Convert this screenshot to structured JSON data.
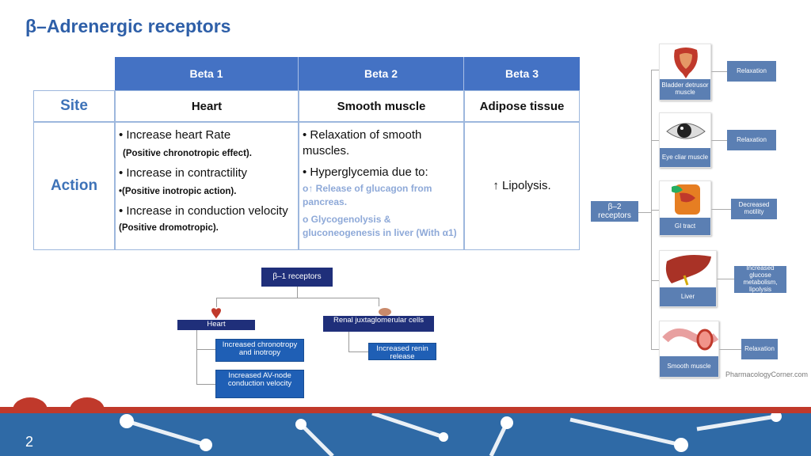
{
  "title": "β–Adrenergic receptors",
  "table": {
    "headers": [
      "Beta 1",
      "Beta 2",
      "Beta 3"
    ],
    "site_label": "Site",
    "action_label": "Action",
    "sites": [
      "Heart",
      "Smooth muscle",
      "Adipose tissue"
    ],
    "beta1_actions": {
      "a": "• Increase heart Rate",
      "a_note": "(Positive chronotropic effect).",
      "b": "• Increase in contractility",
      "b_note": "•(Positive inotropic action).",
      "c": "• Increase in conduction velocity",
      "c_note": "(Positive dromotropic)."
    },
    "beta2_actions": {
      "a": "• Relaxation of smooth muscles.",
      "b": "• Hyperglycemia due to:",
      "b1": "o↑ Release of glucagon from pancreas.",
      "b2": "o Glycogenolysis & gluconeogenesis in liver (With α1)"
    },
    "beta3_action": "↑ Lipolysis."
  },
  "beta1_diagram": {
    "root": "β–1 receptors",
    "heart": "Heart",
    "heart_a": "Increased chronotropy and inotropy",
    "heart_b": "Increased AV-node conduction velocity",
    "renal": "Renal juxtaglomerular cells",
    "renal_a": "Increased renin release"
  },
  "beta2_diagram": {
    "root": "β–2 receptors",
    "organs": [
      {
        "label": "Bladder detrusor muscle",
        "effect": "Relaxation"
      },
      {
        "label": "Eye cliar muscle",
        "effect": "Relaxation"
      },
      {
        "label": "GI tract",
        "effect": "Decreased motility"
      },
      {
        "label": "Liver",
        "effect": "Increased glucose metabolism, lipolysis"
      },
      {
        "label": "Smooth muscle",
        "effect": "Relaxation"
      }
    ],
    "credit": "PharmacologyCorner.com"
  },
  "page_number": "2"
}
